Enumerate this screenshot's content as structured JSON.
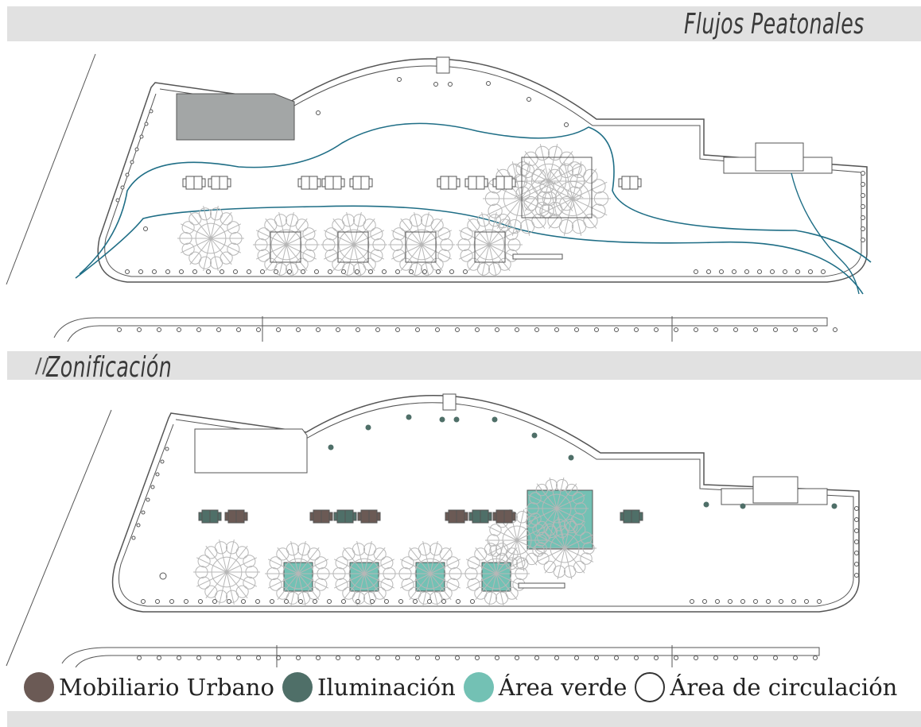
{
  "sections": {
    "flujos_title": "Flujos Peatonales",
    "zonificacion_title": "Zonificación"
  },
  "legend": {
    "items": [
      {
        "label": "Mobiliario Urbano",
        "color": "#6b5a55",
        "filled": true
      },
      {
        "label": "Iluminación",
        "color": "#4f6f68",
        "filled": true
      },
      {
        "label": "Área verde",
        "color": "#73c1b4",
        "filled": true
      },
      {
        "label": "Área de circulación",
        "color": "#ffffff",
        "filled": false
      }
    ]
  },
  "colors": {
    "band": "#e1e1e1",
    "plan_line": "#555555",
    "flow_line": "#1f6e86",
    "tree": "#b7b7b7",
    "building_fill_top": "#a3a6a6",
    "green": "#73c1b4",
    "furniture": "#6b5a55",
    "lighting": "#4f6f68"
  }
}
